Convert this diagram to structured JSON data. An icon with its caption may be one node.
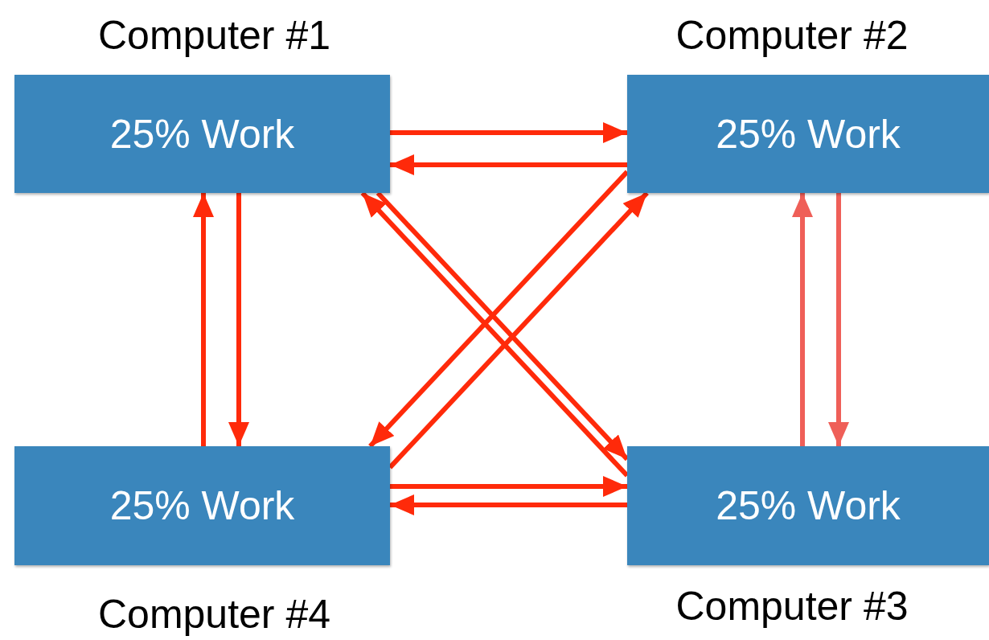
{
  "diagram": {
    "nodes": [
      {
        "text": [
          "25% Work"
        ],
        "beside": [
          "Computer #1"
        ]
      },
      {
        "text": [
          "25% Work"
        ],
        "beside": [
          "Computer #2"
        ]
      },
      {
        "text": [
          "25% Work"
        ],
        "beside": [
          "Computer #4"
        ]
      },
      {
        "text": [
          "25% Work"
        ],
        "beside": [
          "Computer #3"
        ]
      }
    ],
    "edges": [
      {
        "from": 0,
        "to": 1,
        "arrow": "to"
      },
      {
        "from": 1,
        "to": 0,
        "arrow": "to"
      },
      {
        "from": 0,
        "to": 2,
        "arrow": "to"
      },
      {
        "from": 2,
        "to": 0,
        "arrow": "to"
      },
      {
        "from": 0,
        "to": 3,
        "arrow": "to"
      },
      {
        "from": 3,
        "to": 0,
        "arrow": "to"
      },
      {
        "from": 1,
        "to": 2,
        "arrow": "to"
      },
      {
        "from": 2,
        "to": 1,
        "arrow": "to"
      },
      {
        "from": 3,
        "to": 1,
        "arrow": "to",
        "color": "#ef5f58"
      },
      {
        "from": 1,
        "to": 3,
        "arrow": "to",
        "color": "#ef5f58"
      },
      {
        "from": 2,
        "to": 3,
        "arrow": "to"
      },
      {
        "from": 3,
        "to": 2,
        "arrow": "to"
      }
    ]
  }
}
